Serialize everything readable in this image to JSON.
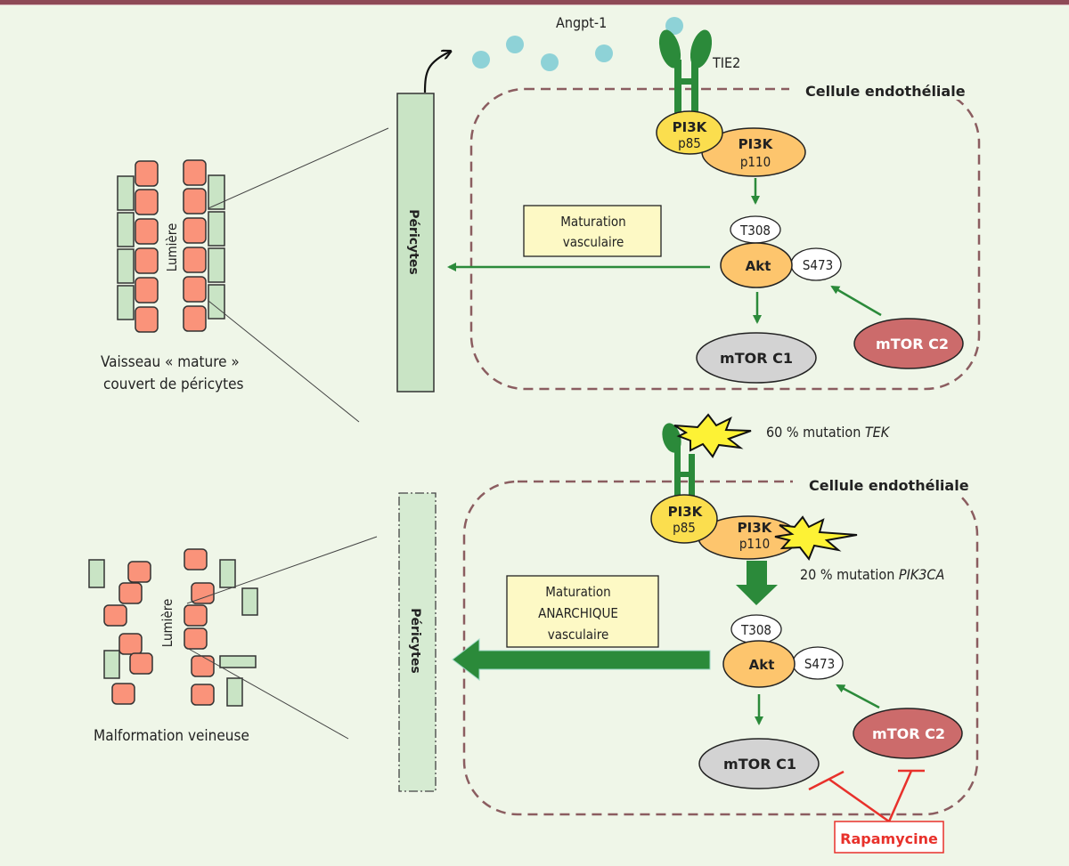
{
  "colors": {
    "background": "#eff6e8",
    "top_border": "#8e4a56",
    "endothelial_cell": "#fa937a",
    "pericyte": "#c9e4c5",
    "receptor": "#2b8a3a",
    "ligand": "#8ed2d7",
    "pi3k_p85": "#fbde4e",
    "pi3k_p110": "#fdc56d",
    "akt": "#fdc56d",
    "mtorc1": "#d3d3d3",
    "mtorc2": "#cc6b6b",
    "membrane": "#8b5d60",
    "inhibitor": "#e8312b",
    "mutation_star": "#fdf235",
    "label_box": "#fdf9c5"
  },
  "top_panel": {
    "ligand_label": "Angpt-1",
    "receptor_label": "TIE2",
    "cell_label": "Cellule endothéliale",
    "pericytes_label": "Péricytes",
    "vessel_caption_line1": "Vaisseau « mature »",
    "vessel_caption_line2": "couvert de péricytes",
    "lumen_label": "Lumière",
    "pi3k_p85": {
      "name": "PI3K",
      "sub": "p85"
    },
    "pi3k_p110": {
      "name": "PI3K",
      "sub": "p110"
    },
    "akt": "Akt",
    "t308": "T308",
    "s473": "S473",
    "mtorc1": "mTOR C1",
    "mtorc2": "mTOR C2",
    "maturation_line1": "Maturation",
    "maturation_line2": "vasculaire"
  },
  "bottom_panel": {
    "tek_mutation_prefix": "60 % mutation ",
    "tek_mutation_gene": "TEK",
    "pik3ca_mutation_prefix": "20 % mutation ",
    "pik3ca_mutation_gene": "PIK3CA",
    "cell_label": "Cellule endothéliale",
    "pericytes_label": "Péricytes",
    "malformation_caption": "Malformation veineuse",
    "lumen_label": "Lumière",
    "pi3k_p85": {
      "name": "PI3K",
      "sub": "p85"
    },
    "pi3k_p110": {
      "name": "PI3K",
      "sub": "p110"
    },
    "akt": "Akt",
    "t308": "T308",
    "s473": "S473",
    "mtorc1": "mTOR C1",
    "mtorc2": "mTOR C2",
    "maturation_line1": "Maturation",
    "maturation_line2": "ANARCHIQUE",
    "maturation_line3": "vasculaire",
    "inhibitor_label": "Rapamycine"
  }
}
